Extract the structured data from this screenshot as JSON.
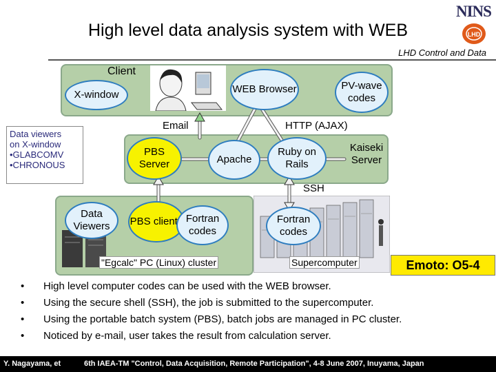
{
  "header": {
    "title": "High level data analysis system with WEB",
    "subtitle": "LHD Control and Data",
    "logo_text": "NINS",
    "seal_text": "LHD"
  },
  "diagram": {
    "client_label": "Client",
    "xwindow": "X-window",
    "web_browser": "WEB Browser",
    "pvwave": "PV-wave codes",
    "email": "Email",
    "http": "HTTP (AJAX)",
    "pbs_server": "PBS Server",
    "apache": "Apache",
    "ruby": "Ruby on Rails",
    "kaiseki": "Kaiseki Server",
    "ssh": "SSH",
    "data_viewers": "Data Viewers",
    "pbs_clients": "PBS clients",
    "fortran_pc": "Fortran codes",
    "fortran_sc": "Fortran codes",
    "egcalc": "\"Egcalc\" PC (Linux) cluster",
    "supercomputer": "Supercomputer",
    "callout": [
      "Data viewers",
      "on X-window",
      "•GLABCOMV",
      "•CHRONOUS"
    ]
  },
  "badge": "Emoto: O5-4",
  "bullets": [
    "High level computer codes can be used with the WEB browser.",
    "Using the secure shell (SSH), the job is submitted to the supercomputer.",
    "Using the portable batch system (PBS), batch jobs are managed in PC cluster.",
    "Noticed by e-mail, user takes the result from calculation server."
  ],
  "footer": {
    "author": "Y. Nagayama, et",
    "conference": "6th IAEA-TM \"Control, Data Acquisition, Remote Participation\", 4-8 June 2007, Inuyama, Japan"
  }
}
